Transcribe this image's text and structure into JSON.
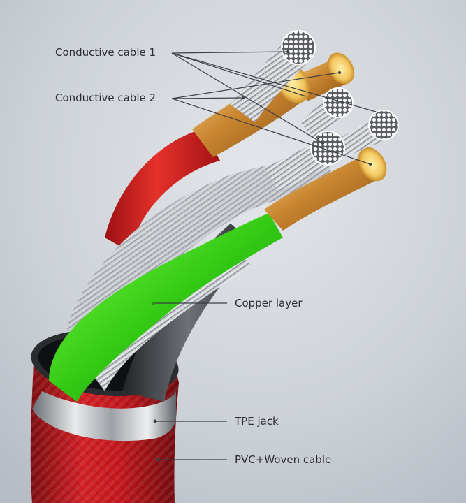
{
  "labels": {
    "conductive_cable_1": "Conductive cable 1",
    "conductive_cable_2": "Conductive cable 2",
    "copper_layer": "Copper layer",
    "tpe_jack": "TPE jack",
    "pvc_woven_cable": "PVC+Woven cable"
  },
  "colors": {
    "background": "#c9ced5",
    "braid_red": "#c8171d",
    "green_wire": "#3fd21a",
    "red_wire": "#d8221f",
    "copper_gold": "#d9a24a",
    "silver": "#b9bcc0",
    "leader_line": "#3b3f46"
  }
}
